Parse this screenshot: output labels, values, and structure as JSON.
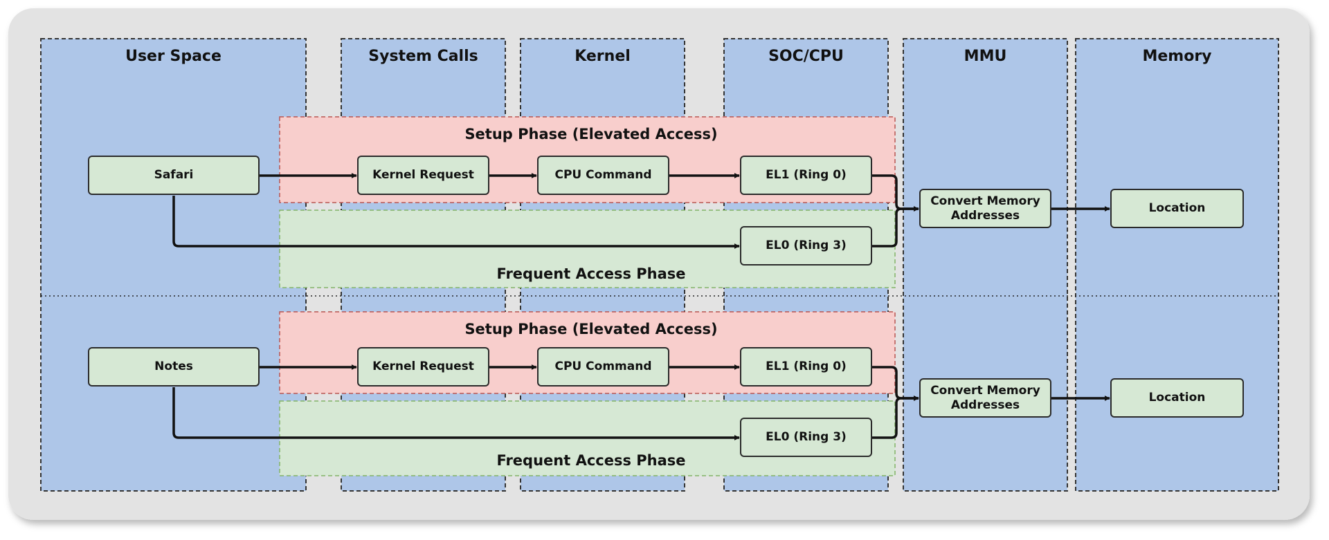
{
  "lanes": [
    {
      "id": "user-space",
      "title": "User Space"
    },
    {
      "id": "system-calls",
      "title": "System Calls"
    },
    {
      "id": "kernel",
      "title": "Kernel"
    },
    {
      "id": "soc-cpu",
      "title": "SOC/CPU"
    },
    {
      "id": "mmu",
      "title": "MMU"
    },
    {
      "id": "memory",
      "title": "Memory"
    }
  ],
  "rows": [
    {
      "app": "Safari",
      "setup_phase": "Setup Phase (Elevated Access)",
      "frequent_phase": "Frequent Access Phase",
      "kernel_request": "Kernel Request",
      "cpu_command": "CPU Command",
      "el1": "EL1 (Ring 0)",
      "el0": "EL0 (Ring 3)",
      "convert": "Convert Memory Addresses",
      "location": "Location"
    },
    {
      "app": "Notes",
      "setup_phase": "Setup Phase (Elevated Access)",
      "frequent_phase": "Frequent Access Phase",
      "kernel_request": "Kernel Request",
      "cpu_command": "CPU Command",
      "el1": "EL1 (Ring 0)",
      "el0": "EL0 (Ring 3)",
      "convert": "Convert Memory Addresses",
      "location": "Location"
    }
  ],
  "colors": {
    "lane_fill": "#aec6e8",
    "setup_fill": "#f8cecc",
    "frequent_fill": "#d6e8d4",
    "node_fill": "#d6e8d4",
    "frame_fill": "#e3e3e3"
  }
}
